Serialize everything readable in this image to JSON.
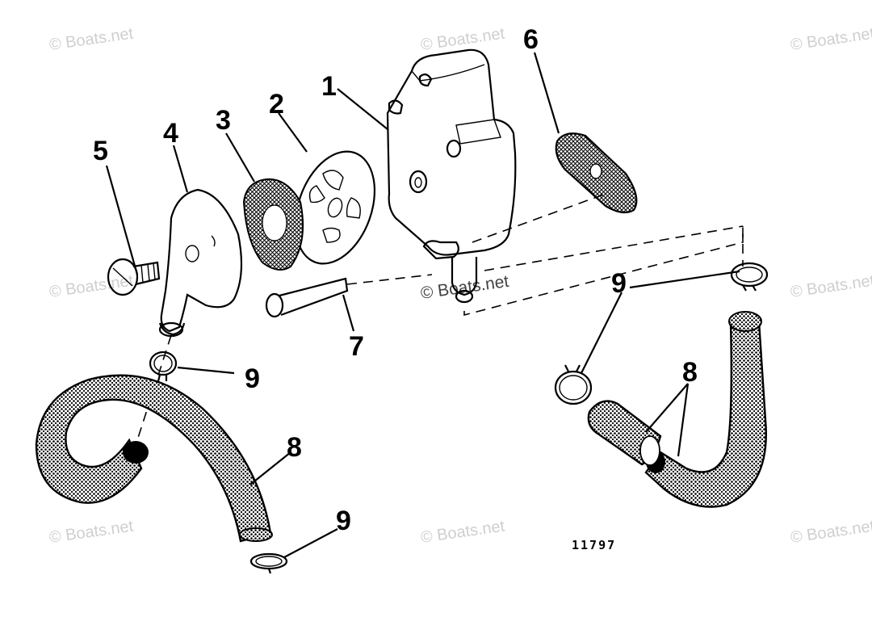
{
  "diagram": {
    "reference_number": "11797",
    "watermark": "© Boats.net",
    "callouts": [
      {
        "id": "1",
        "label": "1"
      },
      {
        "id": "2",
        "label": "2"
      },
      {
        "id": "3",
        "label": "3"
      },
      {
        "id": "4",
        "label": "4"
      },
      {
        "id": "5",
        "label": "5"
      },
      {
        "id": "6",
        "label": "6"
      },
      {
        "id": "7",
        "label": "7"
      },
      {
        "id": "8a",
        "label": "8"
      },
      {
        "id": "8b",
        "label": "8"
      },
      {
        "id": "9a",
        "label": "9"
      },
      {
        "id": "9b",
        "label": "9"
      },
      {
        "id": "9c",
        "label": "9"
      }
    ]
  }
}
